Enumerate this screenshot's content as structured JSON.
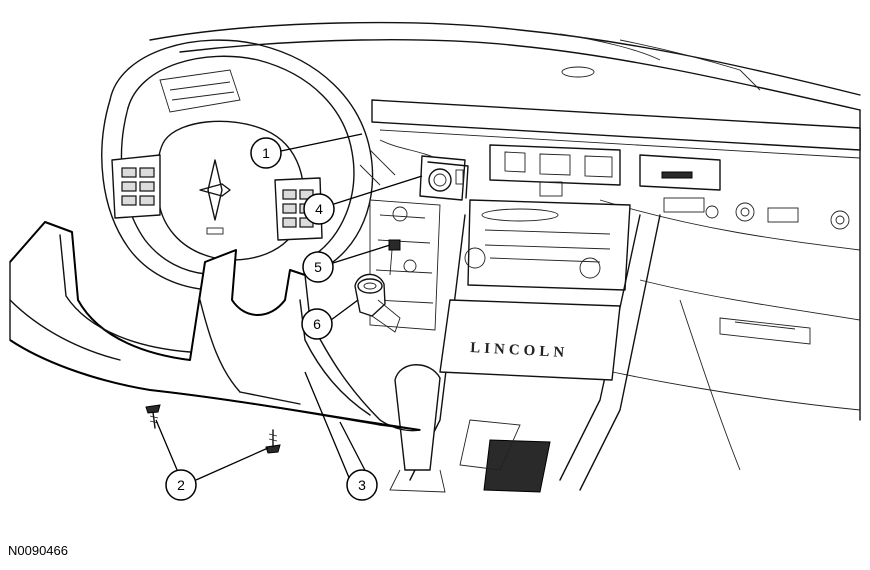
{
  "figure": {
    "id": "N0090466",
    "brand_label": "LINCOLN"
  },
  "callouts": [
    {
      "num": "1"
    },
    {
      "num": "2"
    },
    {
      "num": "3"
    },
    {
      "num": "4"
    },
    {
      "num": "5"
    },
    {
      "num": "6"
    }
  ]
}
